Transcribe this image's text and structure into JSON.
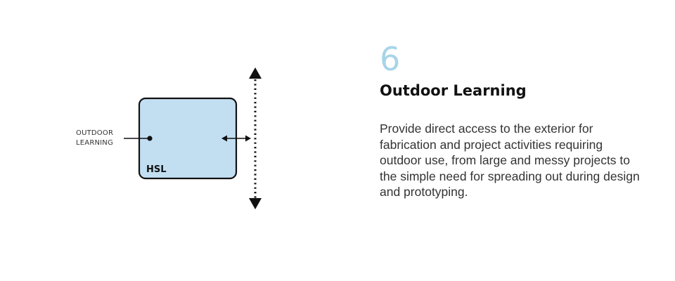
{
  "diagram": {
    "outer_label_line1": "OUTDOOR",
    "outer_label_line2": "LEARNING",
    "box_label": "HSL",
    "box_fill": "#c2dff2",
    "stroke_color": "#111111"
  },
  "content": {
    "number": "6",
    "number_color": "#a8d4e8",
    "title": "Outdoor Learning",
    "description": "Provide direct access to the exterior for fabrication and project activities requiring outdoor use, from large and messy projects to the simple need for spreading out during design and prototyping."
  }
}
